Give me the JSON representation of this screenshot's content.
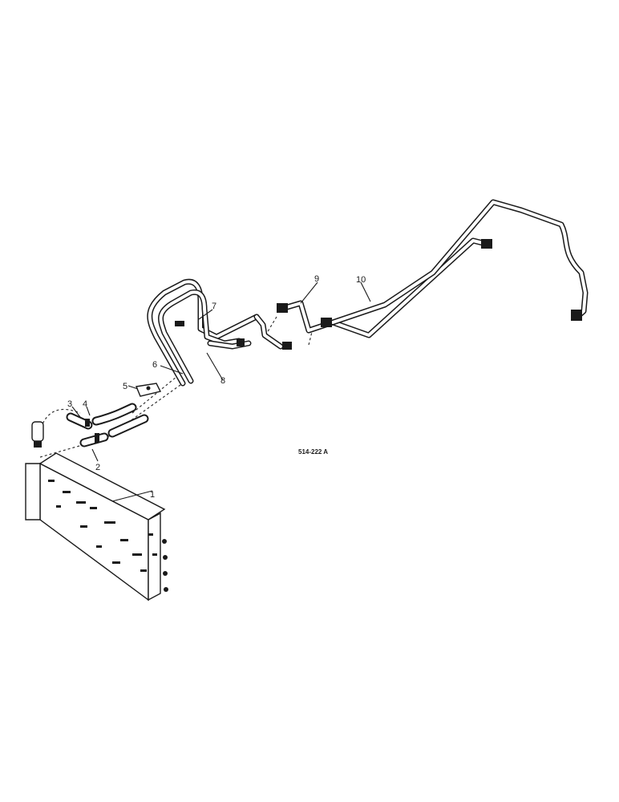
{
  "diagram": {
    "reference_code": "514-222 A",
    "callouts": [
      "1",
      "2",
      "3",
      "4",
      "5",
      "6",
      "7",
      "8",
      "9",
      "10"
    ]
  },
  "colors": {
    "ink": "#1a1a1a",
    "background": "#ffffff"
  }
}
